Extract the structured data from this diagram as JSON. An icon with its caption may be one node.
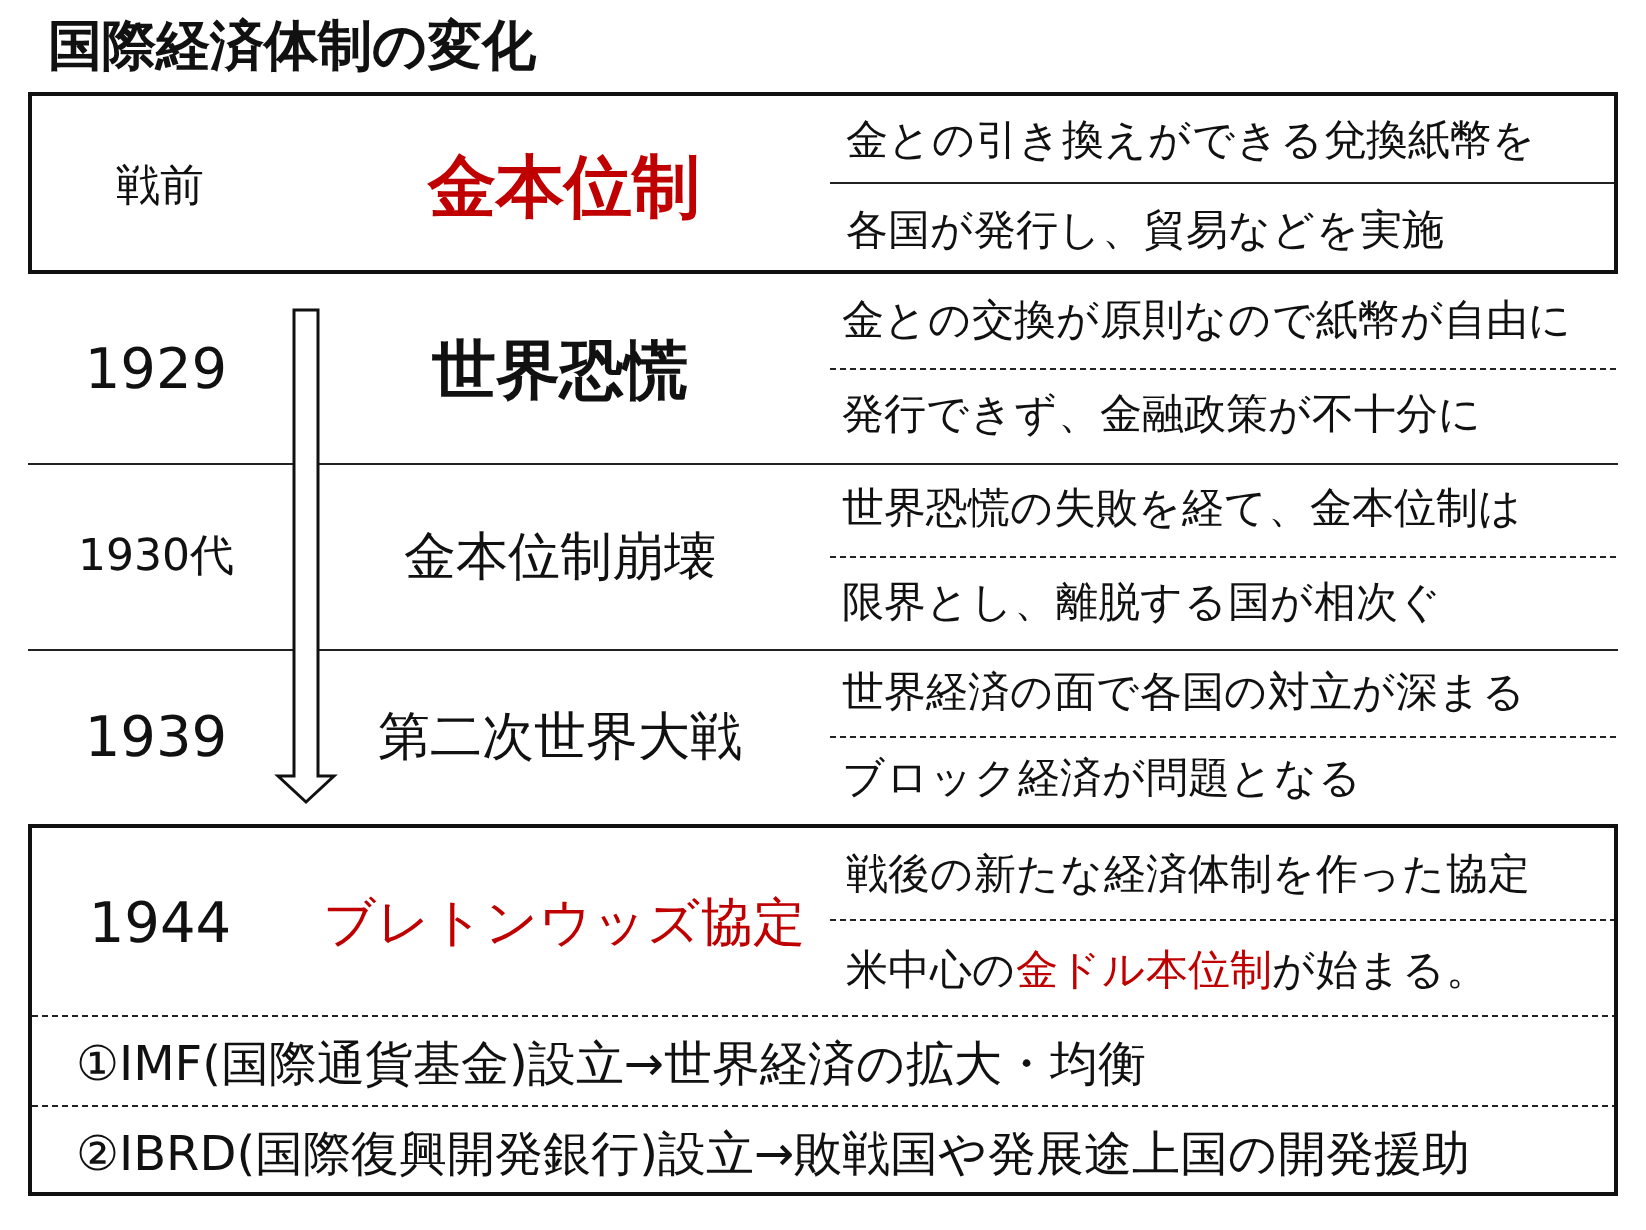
{
  "diagram": {
    "title": "国際経済体制の変化",
    "nodes": [
      {
        "text": [
          "戦前",
          "金本位制",
          "金との引き換えができる兌換紙幣を",
          "各国が発行し、貿易などを実施"
        ]
      },
      {
        "text": [
          "1929",
          "世界恐慌",
          "金との交換が原則なので紙幣が自由に",
          "発行できず、金融政策が不十分に"
        ]
      },
      {
        "text": [
          "1930代",
          "金本位制崩壊",
          "世界恐慌の失敗を経て、金本位制は",
          "限界とし、離脱する国が相次ぐ"
        ]
      },
      {
        "text": [
          "1939",
          "第二次世界大戦",
          "世界経済の面で各国の対立が深まる",
          "ブロック経済が問題となる"
        ]
      },
      {
        "text": [],
        "shape": "box"
      },
      {
        "text": [
          "1944",
          "ブレトンウッズ協定",
          "戦後の新たな経済体制を作った協定",
          "米中心の**金ドル本位制**が始まる。"
        ],
        "in": 4
      },
      {
        "text": [
          "①IMF(国際通貨基金)設立→世界経済の拡大・均衡"
        ],
        "in": 4
      },
      {
        "text": [
          "②IBRD(国際復興開発銀行)設立→敗戦国や発展途上国の開発援助"
        ],
        "in": 4
      }
    ]
  }
}
